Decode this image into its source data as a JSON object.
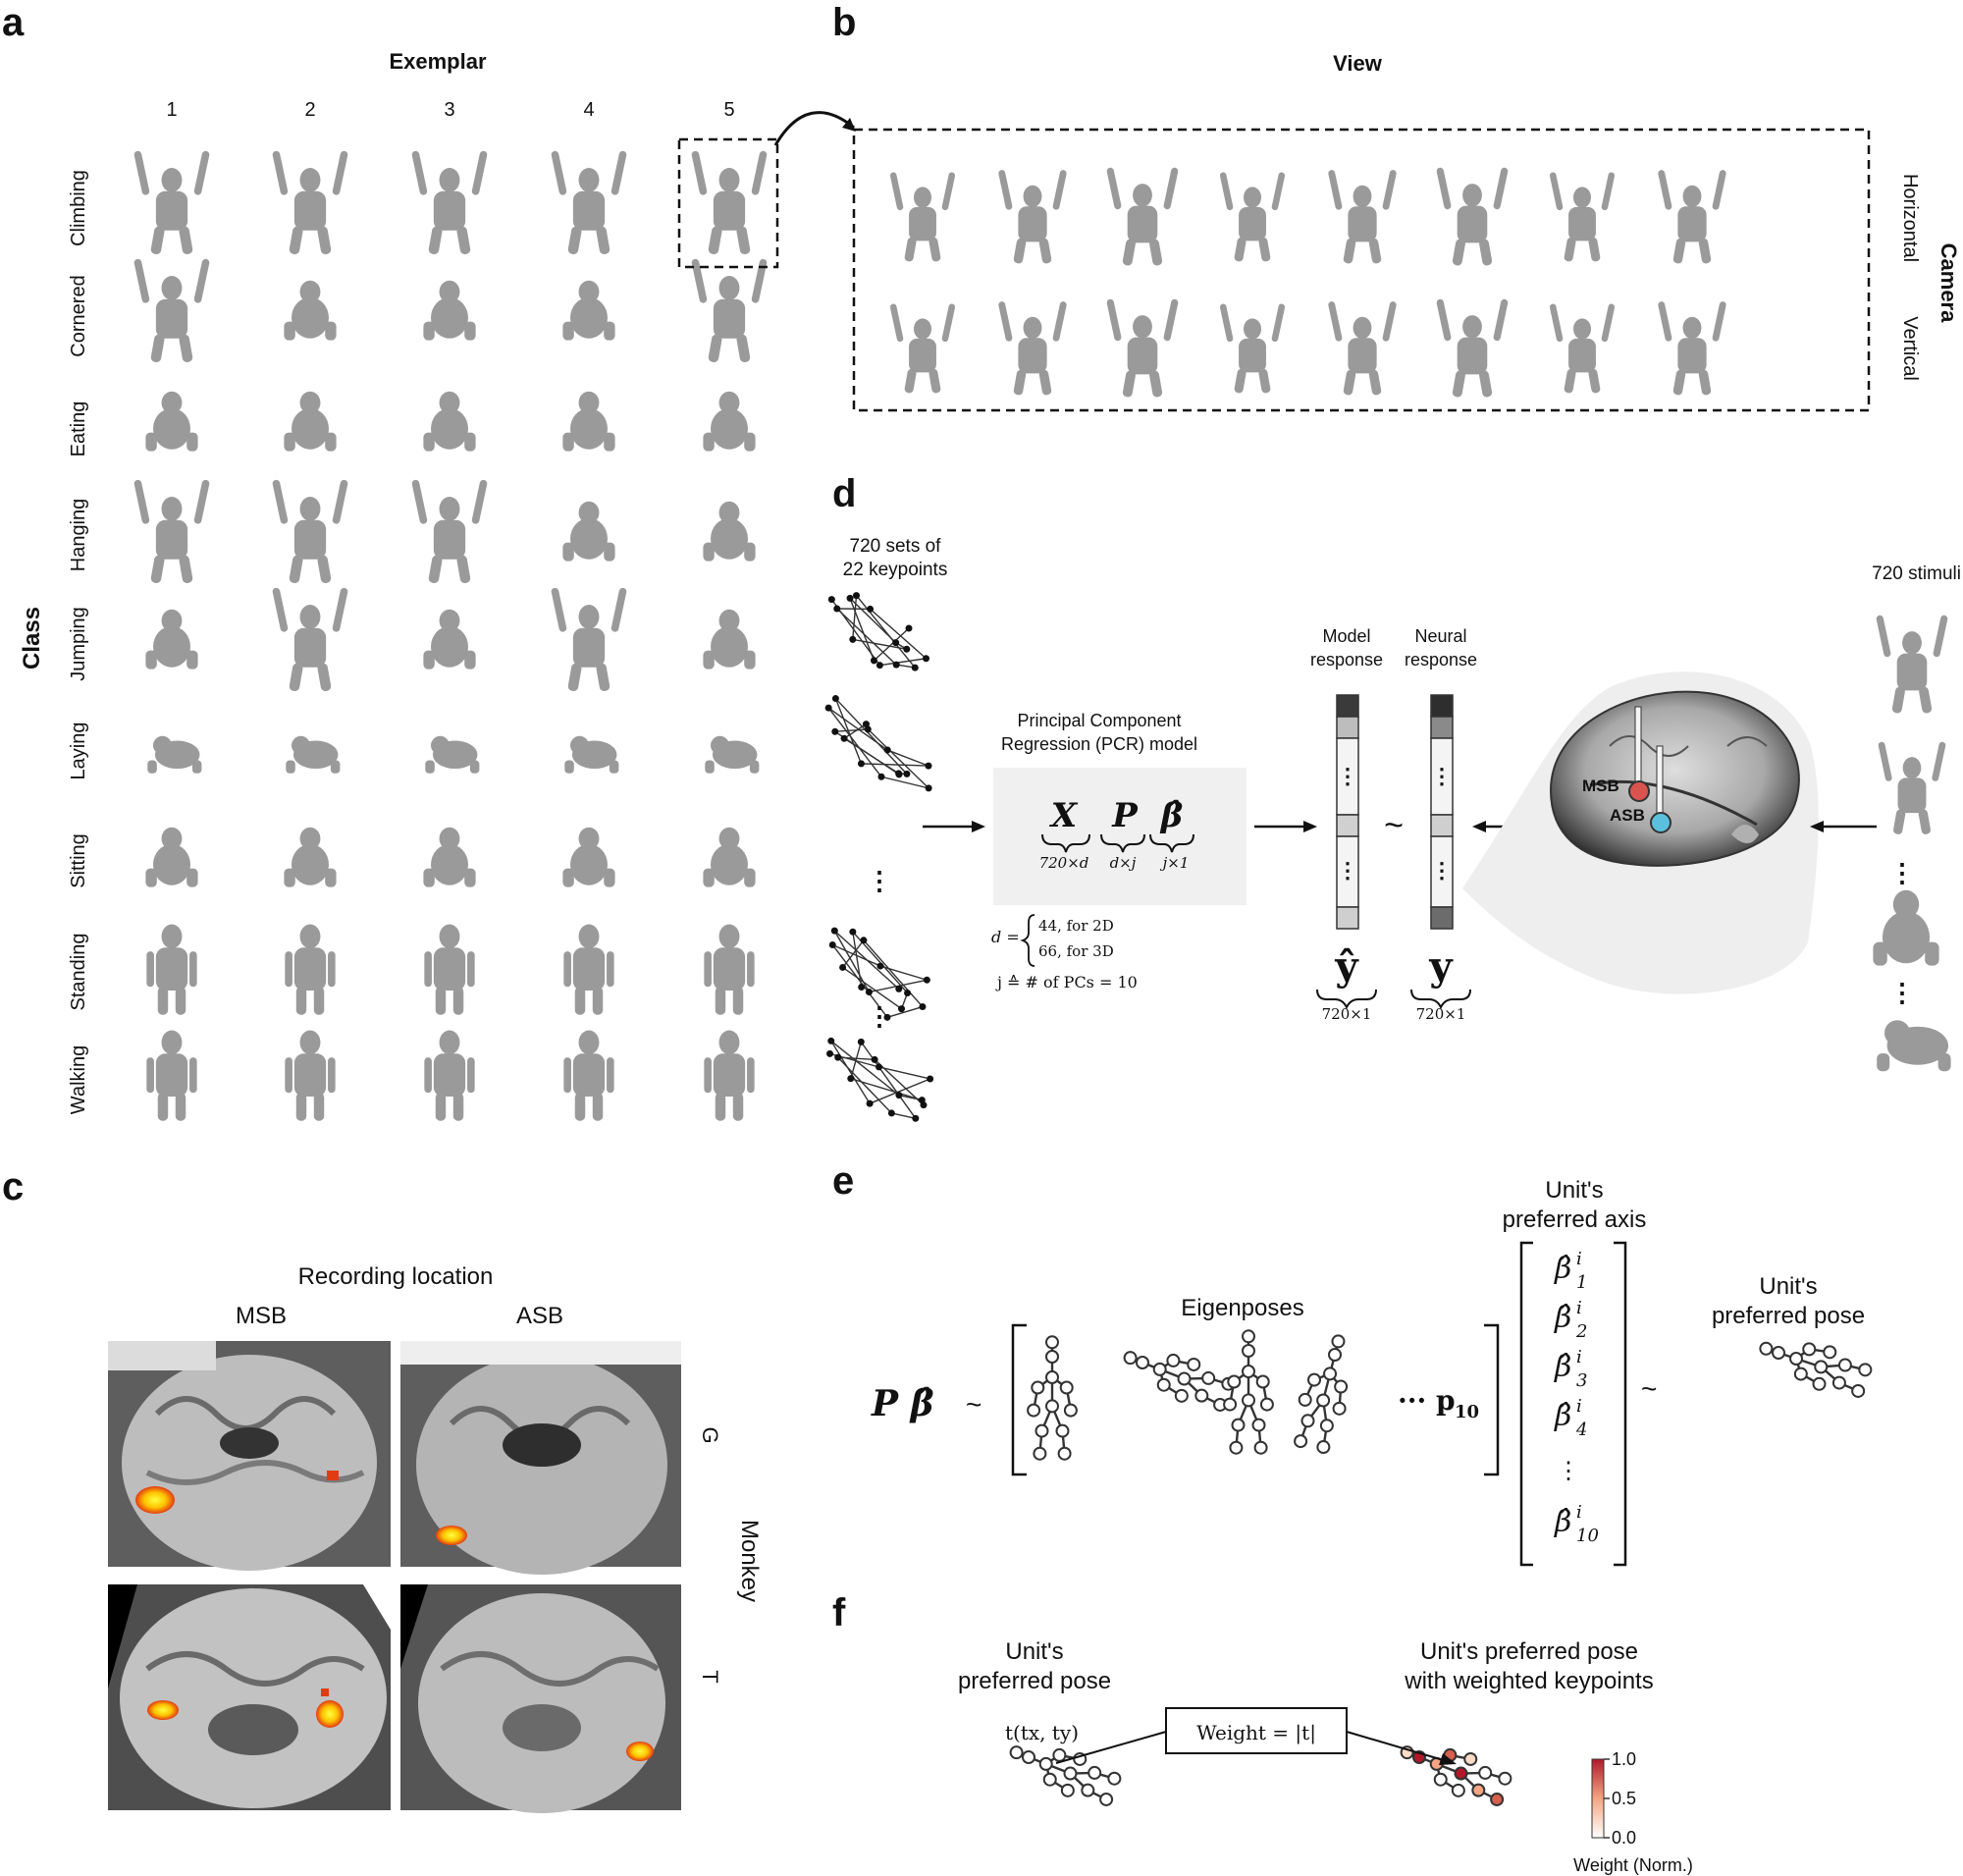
{
  "panels": {
    "a": "a",
    "b": "b",
    "c": "c",
    "d": "d",
    "e": "e",
    "f": "f"
  },
  "panel_a": {
    "exemplar_title": "Exemplar",
    "exemplar_numbers": [
      "1",
      "2",
      "3",
      "4",
      "5"
    ],
    "class_title": "Class",
    "classes": [
      "Climbing",
      "Cornered",
      "Eating",
      "Hanging",
      "Jumping",
      "Laying",
      "Sitting",
      "Standing",
      "Walking"
    ]
  },
  "panel_b": {
    "view_title": "View",
    "camera_title": "Camera",
    "rows": [
      "Horizontal",
      "Vertical"
    ]
  },
  "panel_c": {
    "title": "Recording location",
    "columns": [
      "MSB",
      "ASB"
    ],
    "rows": [
      "G",
      "T"
    ],
    "side_label": "Monkey"
  },
  "panel_d": {
    "keypoints_line1": "720 sets of",
    "keypoints_line2": "22 keypoints",
    "model_line1": "Principal Component",
    "model_line2": "Regression (PCR) model",
    "X": "X",
    "P": "P",
    "beta": "β̂",
    "X_dim": "720×d",
    "P_dim": "d×j",
    "beta_dim": "j×1",
    "d_def": "d =",
    "d_case1": "44,   for 2D",
    "d_case2": "66,   for 3D",
    "j_def": "j ≙ # of PCs = 10",
    "model_resp_line1": "Model",
    "model_resp_line2": "response",
    "neural_resp_line1": "Neural",
    "neural_resp_line2": "response",
    "tilde": "~",
    "yhat": "ŷ",
    "y": "y",
    "yhat_dim": "720×1",
    "y_dim": "720×1",
    "dots": "⋮",
    "msb": "MSB",
    "asb": "ASB",
    "stimuli": "720 stimuli"
  },
  "panel_e": {
    "lhs": "P β̂",
    "tilde": "~",
    "eigenposes": "Eigenposes",
    "p10": "··· p",
    "p10_sub": "10",
    "axis_line1": "Unit's",
    "axis_line2": "preferred axis",
    "betas": [
      "β̂",
      "β̂",
      "β̂",
      "β̂",
      "β̂"
    ],
    "beta_subs": [
      "1",
      "2",
      "3",
      "4",
      "10"
    ],
    "beta_sup": "i",
    "vdots": "⋮",
    "pose_line1": "Unit's",
    "pose_line2": "preferred pose"
  },
  "panel_f": {
    "left_line1": "Unit's",
    "left_line2": "preferred pose",
    "right_line1": "Unit's preferred pose",
    "right_line2": "with weighted keypoints",
    "t_label": "t(tx, ty)",
    "weight_box": "Weight = |t|",
    "cbar_ticks": [
      "1.0",
      "0.5",
      "0.0"
    ],
    "cbar_values": [
      1.0,
      0.5,
      0.0
    ],
    "cbar_title": "Weight (Norm.)"
  },
  "colors": {
    "msb_marker": "#d9534f",
    "asb_marker": "#5bc0de",
    "activation_hot": "#ffd400",
    "activation_warm": "#e23b12",
    "weight_high": "#b2182b"
  }
}
